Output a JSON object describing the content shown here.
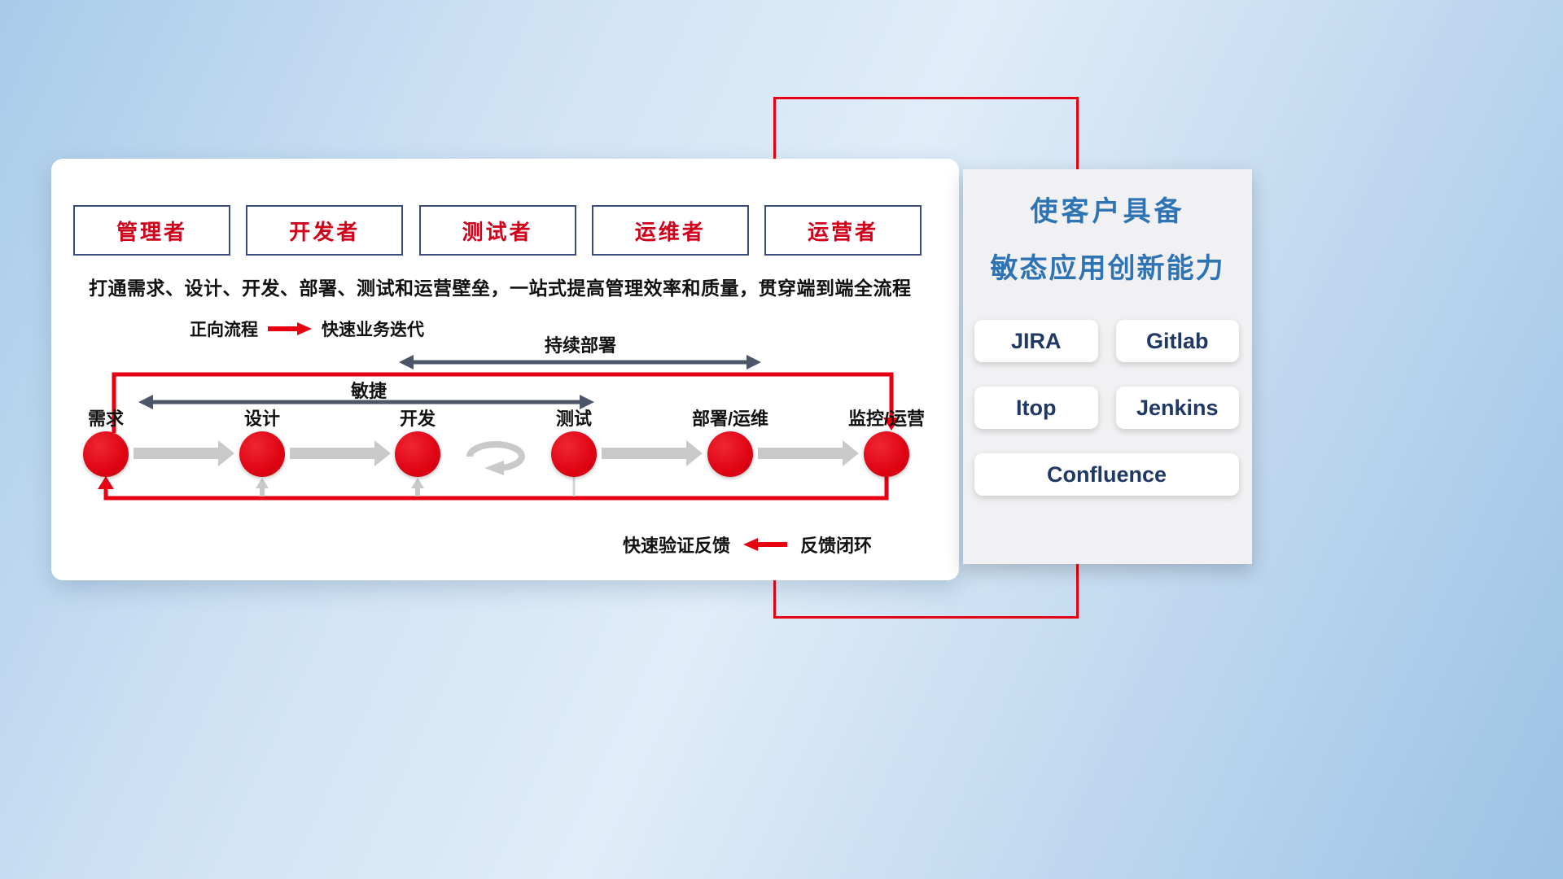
{
  "colors": {
    "accent_red": "#e60012",
    "navy_border": "#3d4c7f",
    "dark_arrow": "#4d5668",
    "gray_arrow": "#c9c9c9",
    "title_blue": "#2e74b5",
    "tool_text": "#1f3864"
  },
  "roles": [
    "管理者",
    "开发者",
    "测试者",
    "运维者",
    "运营者"
  ],
  "subtitle": "打通需求、设计、开发、部署、测试和运营壁垒，一站式提高管理效率和质量，贯穿端到端全流程",
  "forward_legend": {
    "label": "正向流程",
    "desc": "快速业务迭代"
  },
  "feedback_legend": {
    "label": "快速验证反馈",
    "desc": "反馈闭环"
  },
  "flow": {
    "stages": [
      "需求",
      "设计",
      "开发",
      "测试",
      "部署/运维",
      "监控/运营"
    ],
    "agile_label": "敏捷",
    "continuous_deploy_label": "持续部署"
  },
  "panel": {
    "title_line1": "使客户具备",
    "title_line2": "敏态应用创新能力",
    "tools": [
      "JIRA",
      "Gitlab",
      "Itop",
      "Jenkins",
      "Confluence"
    ]
  }
}
